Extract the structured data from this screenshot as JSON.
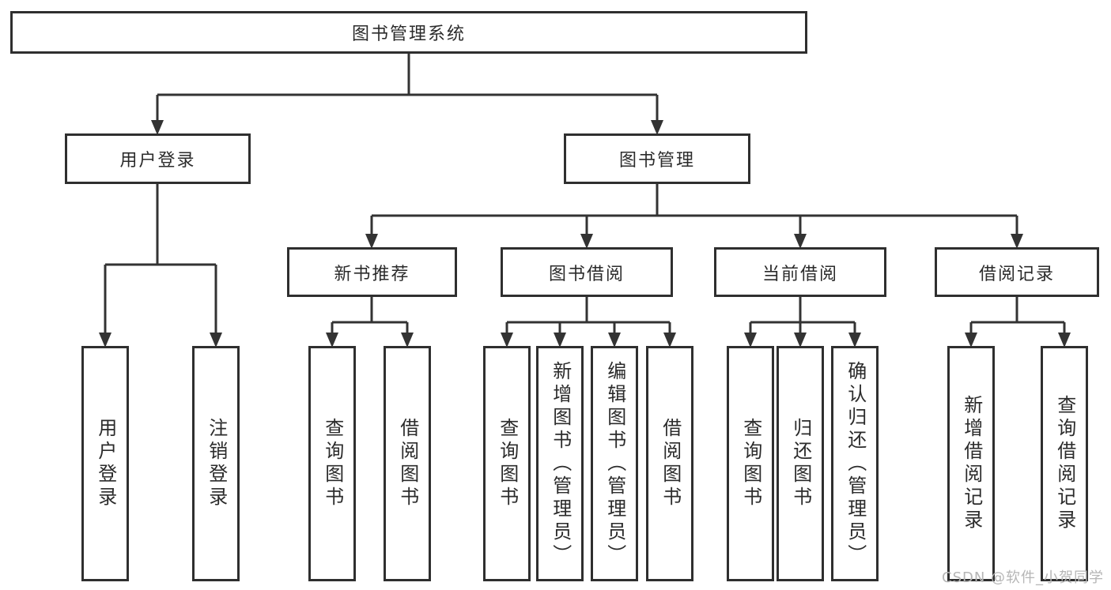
{
  "root": {
    "label": "图书管理系统"
  },
  "level2": [
    {
      "label": "用户登录"
    },
    {
      "label": "图书管理"
    }
  ],
  "level3": [
    {
      "label": "新书推荐",
      "parent": "图书管理"
    },
    {
      "label": "图书借阅",
      "parent": "图书管理"
    },
    {
      "label": "当前借阅",
      "parent": "图书管理"
    },
    {
      "label": "借阅记录",
      "parent": "图书管理"
    }
  ],
  "leaves": [
    {
      "label": "用户登录",
      "parent": "用户登录"
    },
    {
      "label": "注销登录",
      "parent": "用户登录"
    },
    {
      "label": "查询图书",
      "parent": "新书推荐"
    },
    {
      "label": "借阅图书",
      "parent": "新书推荐"
    },
    {
      "label": "查询图书",
      "parent": "图书借阅"
    },
    {
      "label": "新增图书（管理员）",
      "parent": "图书借阅"
    },
    {
      "label": "编辑图书（管理员）",
      "parent": "图书借阅"
    },
    {
      "label": "借阅图书",
      "parent": "图书借阅"
    },
    {
      "label": "查询图书",
      "parent": "当前借阅"
    },
    {
      "label": "归还图书",
      "parent": "当前借阅"
    },
    {
      "label": "确认归还（管理员）",
      "parent": "当前借阅"
    },
    {
      "label": "新增借阅记录",
      "parent": "借阅记录"
    },
    {
      "label": "查询借阅记录",
      "parent": "借阅记录"
    }
  ],
  "watermark": {
    "text": "CSDN @软件_小贺同学"
  },
  "colors": {
    "line": "#333333",
    "box_border": "#2f2f2f",
    "text": "#2b2b2b",
    "watermark": "#b6b6b6",
    "background": "#ffffff"
  }
}
